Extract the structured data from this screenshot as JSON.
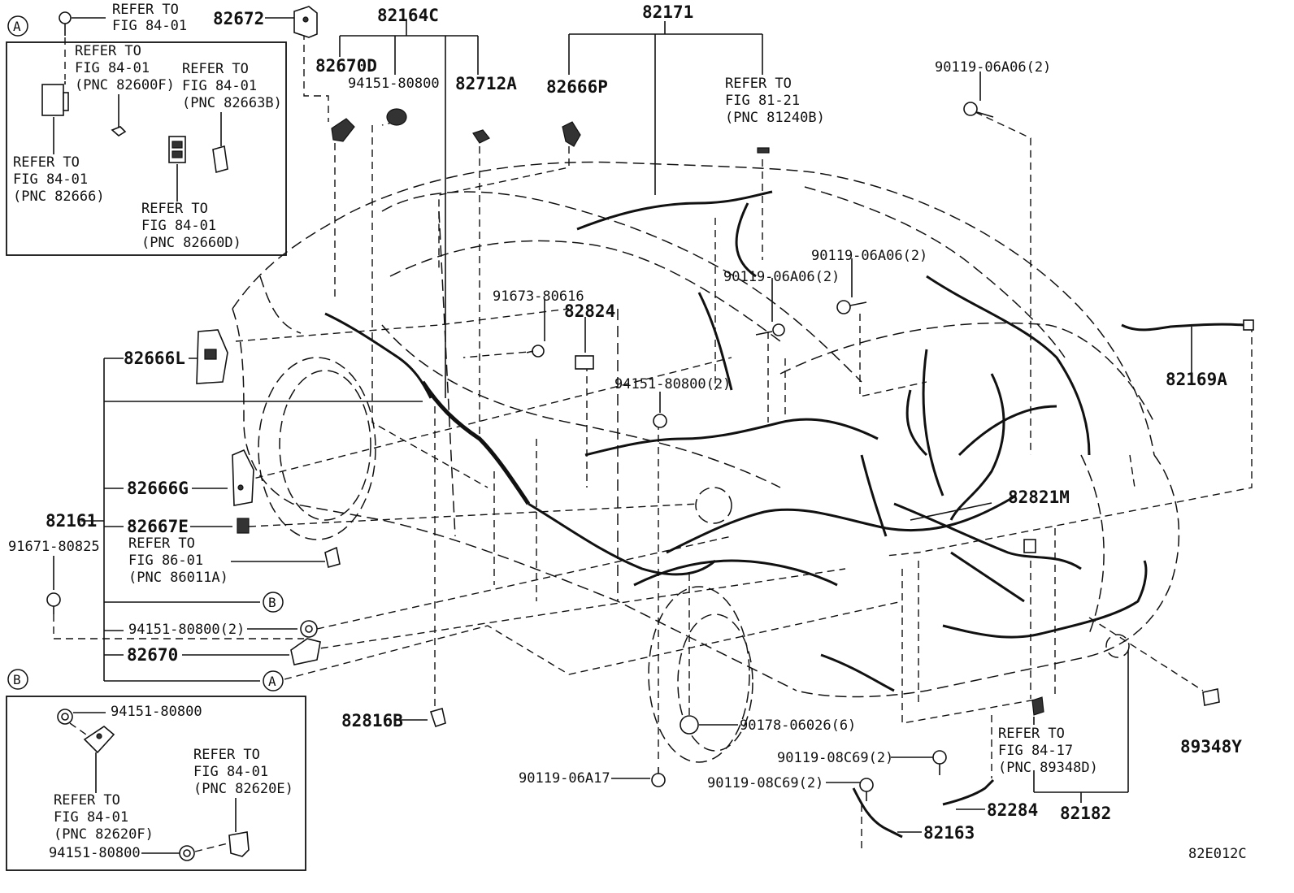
{
  "diagram_code": "82E012C",
  "callouts": {
    "a": "A",
    "b": "B"
  },
  "inset_a": {
    "top_ref": [
      "REFER TO",
      "FIG 84-01"
    ],
    "ref_82600f": [
      "REFER TO",
      "FIG 84-01",
      "(PNC 82600F)"
    ],
    "ref_82663b": [
      "REFER TO",
      "FIG 84-01",
      "(PNC 82663B)"
    ],
    "ref_82666": [
      "REFER TO",
      "FIG 84-01",
      "(PNC 82666)"
    ],
    "ref_82660d": [
      "REFER TO",
      "FIG 84-01",
      "(PNC 82660D)"
    ]
  },
  "inset_b": {
    "nut_top": "94151-80800",
    "nut_bottom": "94151-80800",
    "ref_82620f": [
      "REFER TO",
      "FIG 84-01",
      "(PNC 82620F)"
    ],
    "ref_82620e": [
      "REFER TO",
      "FIG 84-01",
      "(PNC 82620E)"
    ]
  },
  "parts": {
    "p82672": "82672",
    "p82164c": "82164C",
    "p82171": "82171",
    "p82670d": "82670D",
    "p94151_80800": "94151-80800",
    "p82712a": "82712A",
    "p82666p": "82666P",
    "ref_81240b": [
      "REFER TO",
      "FIG 81-21",
      "(PNC 81240B)"
    ],
    "p90119_06a06_top": "90119-06A06(2)",
    "p90119_06a06_mid": "90119-06A06(2)",
    "p90119_06a06_low": "90119-06A06(2)",
    "p91673_80616": "91673-80616",
    "p82824": "82824",
    "p82169a": "82169A",
    "p94151_80800_2": "94151-80800(2)",
    "p82666l": "82666L",
    "p82666g": "82666G",
    "p82161": "82161",
    "p82667e": "82667E",
    "ref_86011a": [
      "REFER TO",
      "FIG 86-01",
      "(PNC 86011A)"
    ],
    "p91671_80825": "91671-80825",
    "p94151_80800_2b": "94151-80800(2)",
    "p82670": "82670",
    "p82821m": "82821M",
    "p82816b": "82816B",
    "p90178_06026": "90178-06026(6)",
    "p90119_08c69_a": "90119-08C69(2)",
    "p90119_08c69_b": "90119-08C69(2)",
    "p90119_06a17": "90119-06A17",
    "ref_89348d": [
      "REFER TO",
      "FIG 84-17",
      "(PNC 89348D)"
    ],
    "p89348y": "89348Y",
    "p82284": "82284",
    "p82163": "82163",
    "p82182": "82182"
  }
}
